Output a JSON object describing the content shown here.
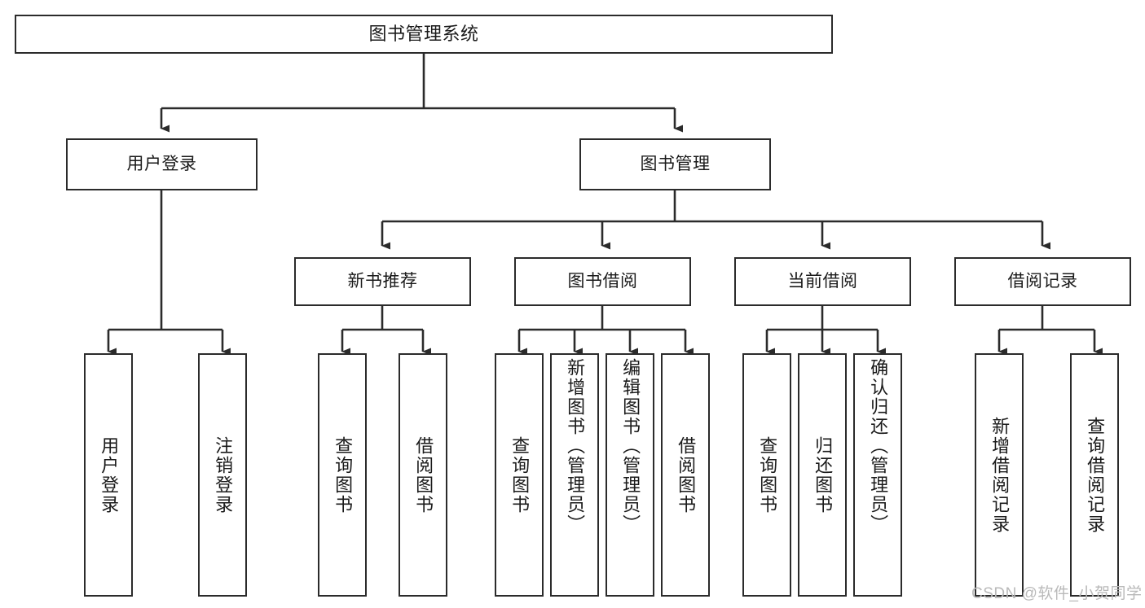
{
  "diagram": {
    "title": "图书管理系统",
    "type": "hierarchy-tree",
    "watermark": "CSDN @软件_小贺同学",
    "colors": {
      "box_border": "#2b2b2b",
      "box_fill": "#ffffff",
      "connector": "#2b2b2b",
      "text": "#1a1a1a",
      "watermark": "#b9b9b9"
    },
    "root": {
      "label": "图书管理系统"
    },
    "level1": [
      {
        "label": "用户登录"
      },
      {
        "label": "图书管理"
      }
    ],
    "level2": [
      {
        "label": "新书推荐"
      },
      {
        "label": "图书借阅"
      },
      {
        "label": "当前借阅"
      },
      {
        "label": "借阅记录"
      }
    ],
    "leaves": {
      "user_login": [
        {
          "label": "用户登录"
        },
        {
          "label": "注销登录"
        }
      ],
      "new_book_recommend": [
        {
          "label": "查询图书"
        },
        {
          "label": "借阅图书"
        }
      ],
      "book_borrow": [
        {
          "label": "查询图书"
        },
        {
          "label": "新增图书（管理员）"
        },
        {
          "label": "编辑图书（管理员）"
        },
        {
          "label": "借阅图书"
        }
      ],
      "current_borrow": [
        {
          "label": "查询图书"
        },
        {
          "label": "归还图书"
        },
        {
          "label": "确认归还（管理员）"
        }
      ],
      "borrow_record": [
        {
          "label": "新增借阅记录"
        },
        {
          "label": "查询借阅记录"
        }
      ]
    }
  }
}
